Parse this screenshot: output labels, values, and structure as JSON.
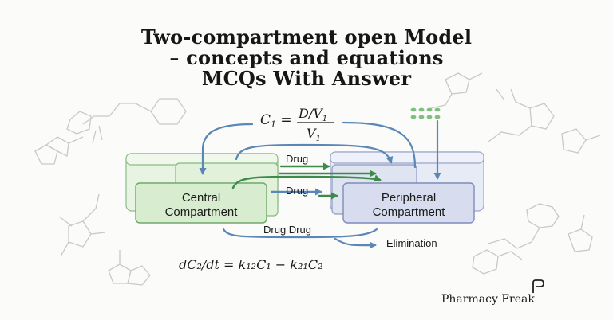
{
  "title": {
    "line1": "Two-compartment open Model",
    "line2": "– concepts and equations",
    "line3": "MCQs With Answer"
  },
  "equations": {
    "top": {
      "lhs": "C",
      "lhs_sub": "1",
      "eq": " = ",
      "num": "D/V",
      "num_sub": "1",
      "den": "V",
      "den_sub": "1"
    },
    "bottom": {
      "text": "dC₂/dt = k₁₂C₁ − k₂₁C₂"
    }
  },
  "compartments": {
    "central": {
      "line1": "Central",
      "line2": "Compartment"
    },
    "peripheral": {
      "line1": "Peripheral",
      "line2": "Compartment"
    }
  },
  "labels": {
    "drug_top": "Drug",
    "drug_mid": "Drug",
    "drug_bottom": "Drug Drug",
    "elimination": "Elimination"
  },
  "brand": {
    "name": "Pharmacy Freak"
  },
  "colors": {
    "green_fill": "#dff0d8",
    "green_stroke": "#7fb07a",
    "blue_fill": "#dde2f0",
    "blue_stroke": "#8e99c3",
    "arrow_blue": "#5b86b8",
    "arrow_green": "#3e8a4a",
    "molecule_gray": "#c9c9c9"
  }
}
